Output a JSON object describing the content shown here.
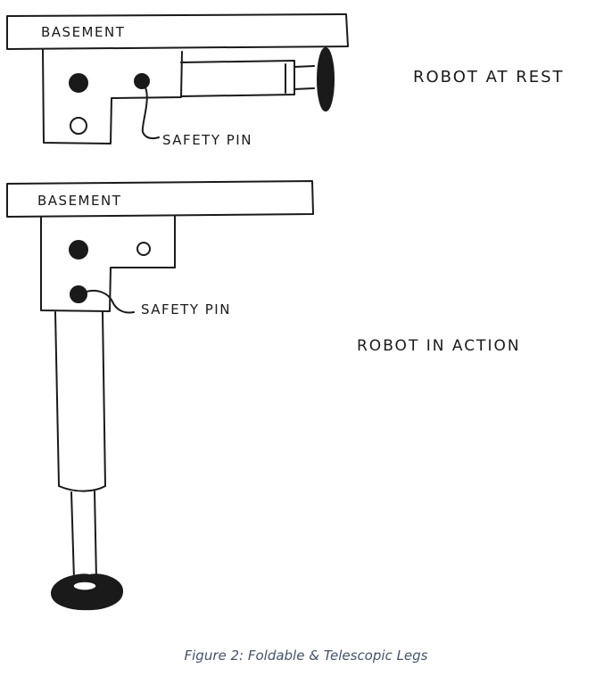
{
  "top": {
    "base_label": "BASEMENT",
    "pin_label": "SAFETY PIN",
    "state_label": "ROBOT AT REST"
  },
  "bottom": {
    "base_label": "BASEMENT",
    "pin_label": "SAFETY PIN",
    "state_label": "ROBOT IN ACTION"
  },
  "caption": "Figure 2: Foldable & Telescopic Legs",
  "colors": {
    "ink": "#1a1a1a",
    "caption": "#44546a"
  }
}
